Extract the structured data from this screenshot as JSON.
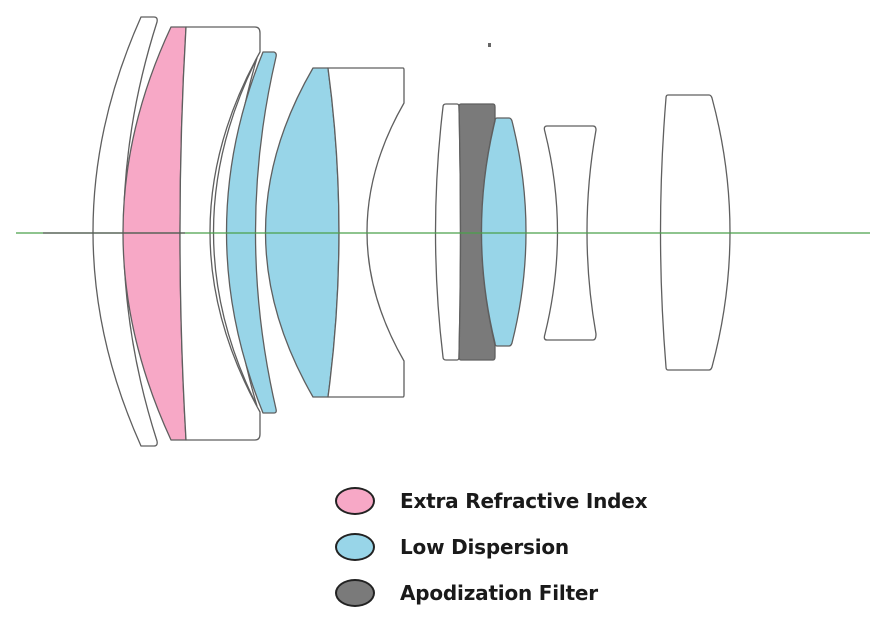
{
  "diagram": {
    "type": "lens-optical-construction",
    "colors": {
      "extra_refractive_index": "#f7a8c6",
      "low_dispersion": "#98d5e8",
      "apodization_filter": "#7a7a7a",
      "standard": "#ffffff",
      "optical_axis": "#4aa04a",
      "outline": "#5f5f5f"
    },
    "elements": [
      {
        "index": 1,
        "group": 1,
        "type": "standard"
      },
      {
        "index": 2,
        "group": 2,
        "type": "extra_refractive_index"
      },
      {
        "index": 3,
        "group": 2,
        "type": "standard"
      },
      {
        "index": 4,
        "group": 3,
        "type": "standard"
      },
      {
        "index": 5,
        "group": 3,
        "type": "low_dispersion"
      },
      {
        "index": 6,
        "group": 4,
        "type": "low_dispersion"
      },
      {
        "index": 7,
        "group": 4,
        "type": "standard"
      },
      {
        "index": 8,
        "group": 5,
        "type": "standard"
      },
      {
        "index": 9,
        "group": 5,
        "type": "apodization_filter"
      },
      {
        "index": 10,
        "group": 5,
        "type": "low_dispersion"
      },
      {
        "index": 11,
        "group": 6,
        "type": "standard"
      },
      {
        "index": 12,
        "group": 7,
        "type": "standard"
      }
    ]
  },
  "legend": {
    "items": [
      {
        "key": "extra_refractive_index",
        "label": "Extra Refractive Index",
        "color": "#f7a8c6"
      },
      {
        "key": "low_dispersion",
        "label": "Low Dispersion",
        "color": "#98d5e8"
      },
      {
        "key": "apodization_filter",
        "label": "Apodization Filter",
        "color": "#7a7a7a"
      }
    ]
  }
}
